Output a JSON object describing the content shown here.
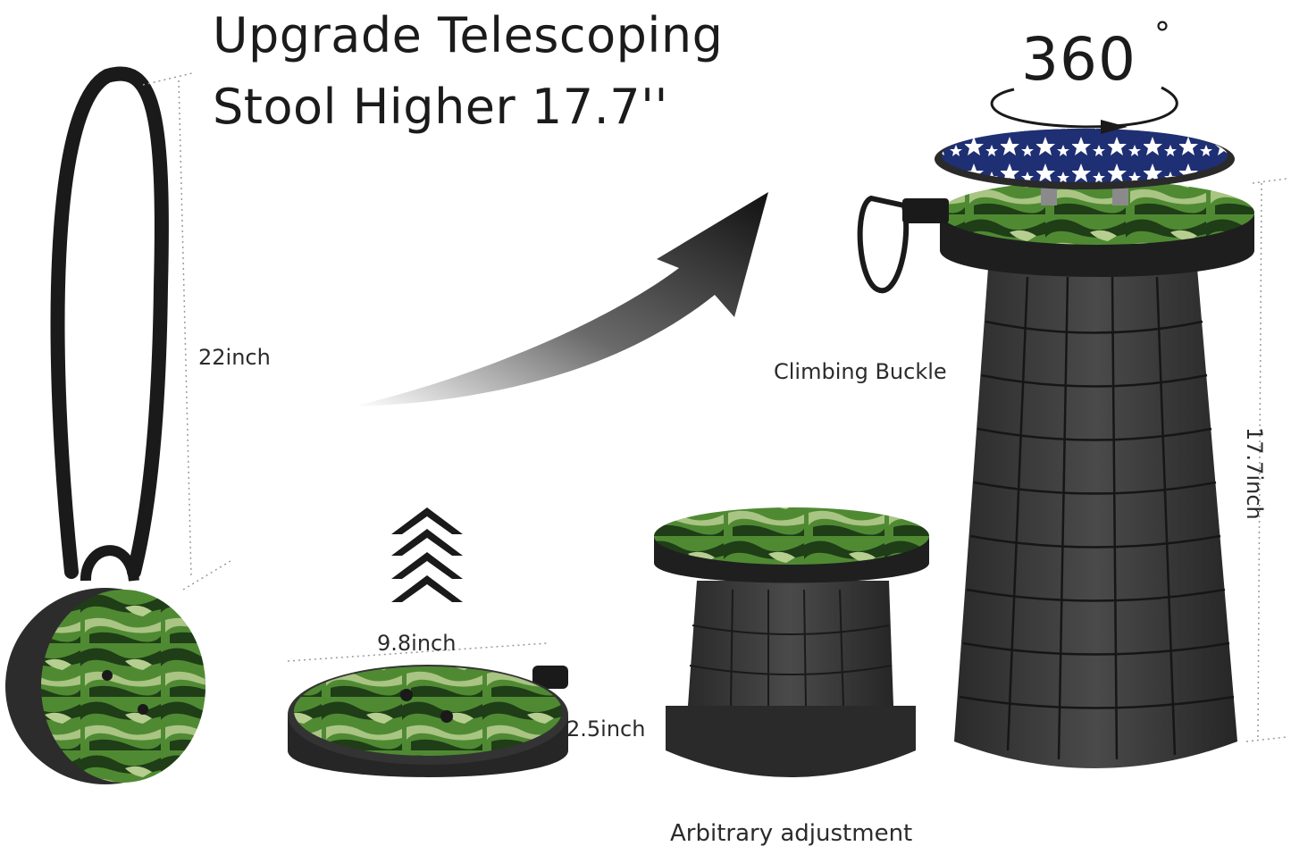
{
  "headline": {
    "line1": "Upgrade Telescoping",
    "line2": "Stool Higher 17.7''"
  },
  "rotation": {
    "value": "360",
    "unit": "°"
  },
  "dimensions": {
    "strap_length": "22inch",
    "diameter": "9.8inch",
    "folded_height": "2.5inch",
    "max_height": "17.7inch"
  },
  "callouts": {
    "buckle": "Climbing Buckle",
    "adjustment": "Arbitrary adjustment"
  },
  "colors": {
    "camo_dark": "#1f3d17",
    "camo_mid": "#3f7d2a",
    "camo_light": "#9dbb72",
    "body": "#3a3a3a",
    "seat_blue": "#1f2f74"
  }
}
